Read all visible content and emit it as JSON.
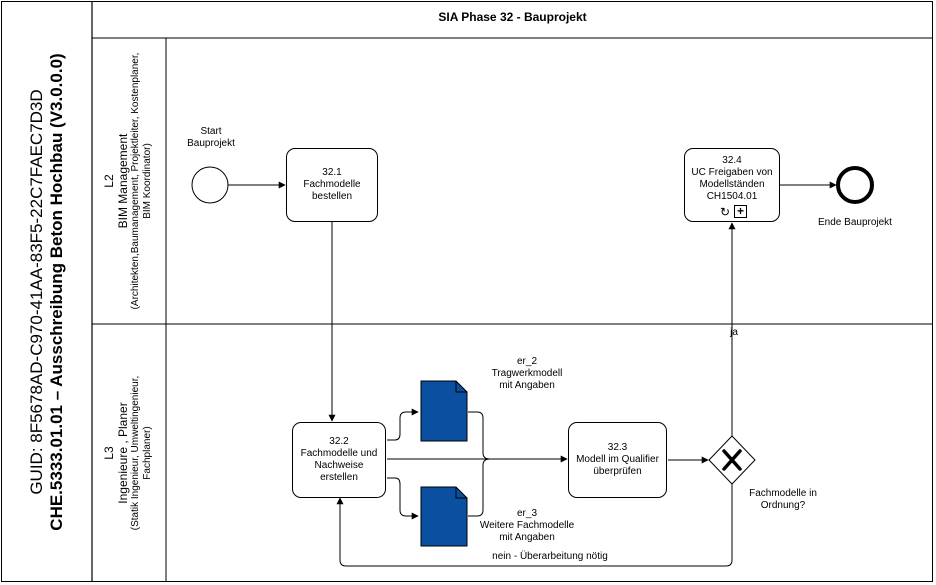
{
  "guid_line": "GUID: 8F5678AD-C970-41AA-83F5-22C7FAEC7D3D",
  "process_title": "CHE.5333.01.01 – Ausschreibung Beton Hochbau (V3.0.0.0)",
  "pool_title": "SIA Phase 32 - Bauprojekt",
  "lanes": [
    {
      "code": "L2",
      "name": "BIM Management",
      "sub1": "(Architekten,Baumanagement, Projektleiter, Kostenplaner,",
      "sub2": "BIM Koordinator)"
    },
    {
      "code": "L3",
      "name": "Ingenieure , Planer",
      "sub1": "(Statik Ingenieur, Umweltingenieur,",
      "sub2": "Fachplaner)"
    }
  ],
  "events": {
    "start": {
      "line1": "Start",
      "line2": "Bauprojekt"
    },
    "end": {
      "label": "Ende Bauprojekt"
    }
  },
  "tasks": [
    {
      "id": "32.1",
      "line1": "Fachmodelle",
      "line2": "bestellen",
      "line3": ""
    },
    {
      "id": "32.2",
      "line1": "Fachmodelle und",
      "line2": "Nachweise",
      "line3": "erstellen"
    },
    {
      "id": "32.3",
      "line1": "Modell im Qualifier",
      "line2": "überprüfen",
      "line3": ""
    },
    {
      "id": "32.4",
      "line1": "UC Freigaben von",
      "line2": "Modellständen",
      "line3": "CH1504.01"
    }
  ],
  "documents": [
    {
      "id": "er_2",
      "line1": "Tragwerkmodell",
      "line2": "mit Angaben"
    },
    {
      "id": "er_3",
      "line1": "Weitere Fachmodelle",
      "line2": "mit Angaben"
    }
  ],
  "gateway": {
    "question1": "Fachmodelle in",
    "question2": "Ordnung?"
  },
  "flows": {
    "yes": "ja",
    "no": "nein - Überarbeitung nötig"
  },
  "colors": {
    "document_fill": "#0a4fa0",
    "stroke": "#000000"
  }
}
